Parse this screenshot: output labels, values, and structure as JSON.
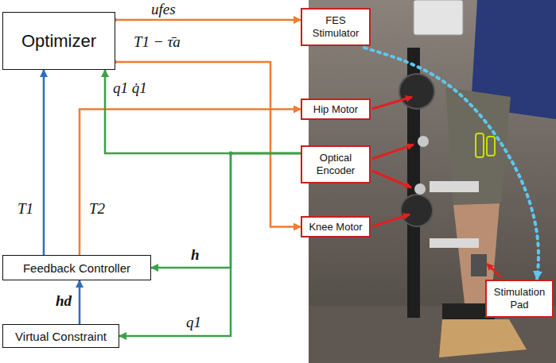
{
  "diagram": {
    "nodes": [
      {
        "text": [
          "Optimizer"
        ]
      },
      {
        "text": [
          "Feedback Controller"
        ]
      },
      {
        "text": [
          "Virtual Constraint"
        ]
      },
      {
        "text": [
          "FES Stimulator"
        ]
      },
      {
        "text": [
          "Hip Motor"
        ]
      },
      {
        "text": [
          "Optical Encoder"
        ]
      },
      {
        "text": [
          "Knee Motor"
        ]
      },
      {
        "text": [
          "Stimulation Pad"
        ]
      }
    ],
    "edges": [
      {
        "from": 0,
        "to": 3,
        "label": "ufes",
        "arrow": "to"
      },
      {
        "from": 0,
        "to": 6,
        "label": "T1 − τ̄a",
        "arrow": "to"
      },
      {
        "from": 1,
        "to": 4,
        "label": "T2",
        "arrow": "to"
      },
      {
        "from": 1,
        "to": 0,
        "label": "T1",
        "arrow": "to"
      },
      {
        "from": 2,
        "to": 1,
        "label": "hd",
        "arrow": "to"
      },
      {
        "from": 5,
        "to": 0,
        "label": "q1 q̇1",
        "arrow": "to"
      },
      {
        "from": 5,
        "to": 1,
        "label": "h",
        "arrow": "to"
      },
      {
        "from": 5,
        "to": 2,
        "label": "q1",
        "arrow": "to"
      },
      {
        "from": 3,
        "to": 7,
        "arrow": "to"
      }
    ]
  }
}
